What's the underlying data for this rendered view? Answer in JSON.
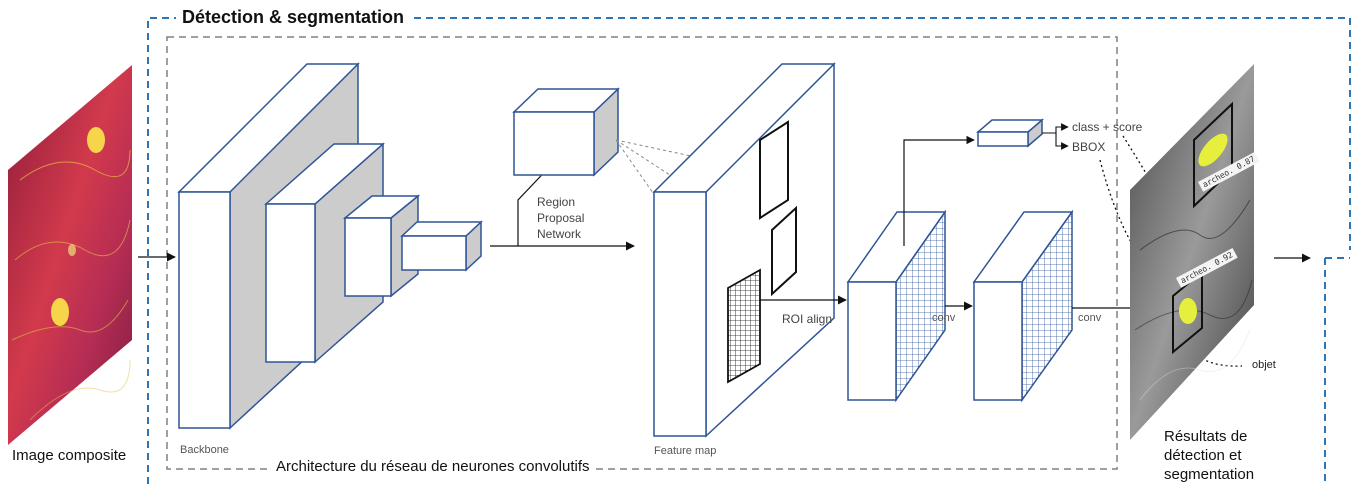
{
  "diagram": {
    "title": "Détection & segmentation",
    "architecture_label": "Architecture du réseau de neurones convolutifs",
    "input_label": "Image composite",
    "backbone_label": "Backbone",
    "rpn_label": [
      "Region",
      "Proposal",
      "Network"
    ],
    "feature_map_label": "Feature map",
    "roi_align_label": "ROI align",
    "conv_label_1": "conv",
    "conv_label_2": "conv",
    "class_score_label": "class + score",
    "bbox_label": "BBOX",
    "objet_label": "objet",
    "results_label": "Résultats de détection et segmentation",
    "detection_tags": [
      "archeo. 0.87",
      "archeo. 0.92"
    ]
  },
  "colors": {
    "box_stroke": "#2f5597",
    "box_side": "#cccccc",
    "dashed_blue": "#2e75b6",
    "dashed_gray": "#808080",
    "highlight": "#e6f03c",
    "input_image": "#c0334a"
  }
}
